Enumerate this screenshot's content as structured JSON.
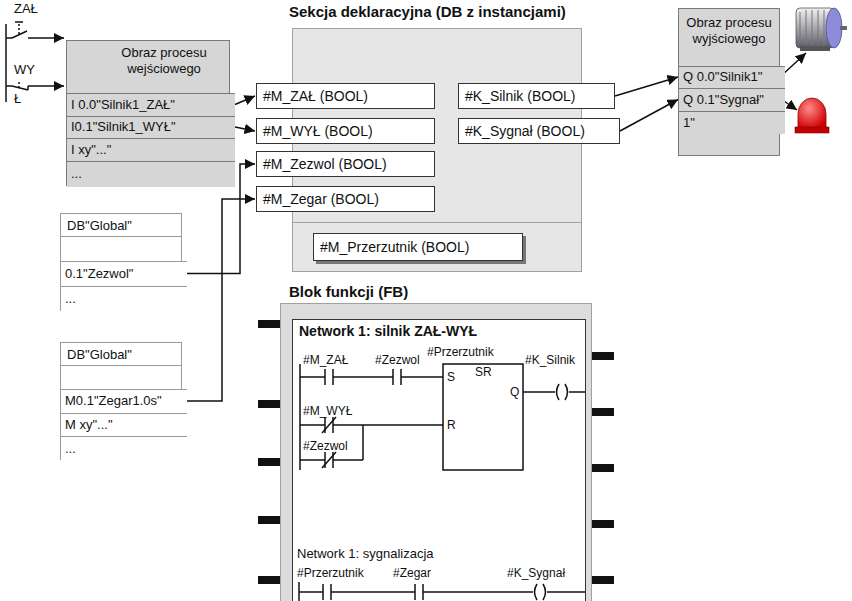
{
  "diagram": {
    "nodes": [
      {
        "text": [
          "Obraz procesu wejściowego"
        ]
      },
      {
        "text": [
          "I 0.0\"Silnik1_ZAŁ\""
        ],
        "in": 0
      },
      {
        "text": [
          "I0.1\"Silnik1_WYŁ\""
        ],
        "in": 0
      },
      {
        "text": [
          "I xy\"...\""
        ],
        "in": 0
      },
      {
        "text": [
          "..."
        ],
        "in": 0
      },
      {
        "text": [
          "DB\"Global\""
        ]
      },
      {
        "text": [
          "0.1\"Zezwol\""
        ],
        "in": 5
      },
      {
        "text": [
          "..."
        ],
        "in": 5
      },
      {
        "text": [
          "DB\"Global\""
        ]
      },
      {
        "text": [
          "M0.1\"Zegar1.0s\""
        ],
        "in": 8
      },
      {
        "text": [
          "M xy\"...\""
        ],
        "in": 8
      },
      {
        "text": [
          "..."
        ],
        "in": 8
      },
      {
        "text": [
          "Sekcja deklaracyjna (DB z instancjami)"
        ]
      },
      {
        "text": [
          "#M_ZAŁ (BOOL)"
        ],
        "in": 12
      },
      {
        "text": [
          "#M_WYŁ (BOOL)"
        ],
        "in": 12
      },
      {
        "text": [
          "#M_Zezwol (BOOL)"
        ],
        "in": 12
      },
      {
        "text": [
          "#M_Zegar (BOOL)"
        ],
        "in": 12
      },
      {
        "text": [
          "#K_Silnik (BOOL)"
        ],
        "in": 12
      },
      {
        "text": [
          "#K_Sygnał (BOOL)"
        ],
        "in": 12
      },
      {
        "text": [
          "#M_Przerzutnik (BOOL)"
        ],
        "in": 12
      },
      {
        "text": [
          "Obraz procesu wyjściowego"
        ]
      },
      {
        "text": [
          "Q 0.0\"Silnik1\""
        ],
        "in": 20
      },
      {
        "text": [
          "Q 0.1\"Sygnał\""
        ],
        "in": 20
      },
      {
        "text": [
          "1\""
        ],
        "in": 20
      },
      {
        "text": [
          "Blok funkcji (FB)"
        ]
      },
      {
        "text": [
          "Network 1: silnik ZAŁ-WYŁ",
          "Network 1: sygnalizacja"
        ],
        "in": 24
      }
    ],
    "edges": [
      {
        "from": 1,
        "to": 13,
        "arrow": "to"
      },
      {
        "from": 2,
        "to": 14,
        "arrow": "to"
      },
      {
        "from": 6,
        "to": 15,
        "arrow": "to"
      },
      {
        "from": 9,
        "to": 16,
        "arrow": "to"
      },
      {
        "from": 17,
        "to": 21,
        "arrow": "to"
      },
      {
        "from": 18,
        "to": 22,
        "arrow": "to"
      }
    ],
    "labels": [
      "ZAŁ",
      "WY",
      "Ł",
      "#M_ZAŁ",
      "#Zezwol",
      "#Przerzutnik",
      "SR",
      "#K_Silnik",
      "S",
      "Q",
      "#M_WYŁ",
      "R",
      "#Zezwol",
      "#Przerzutnik",
      "#Zegar",
      "#K_Sygnał"
    ]
  }
}
